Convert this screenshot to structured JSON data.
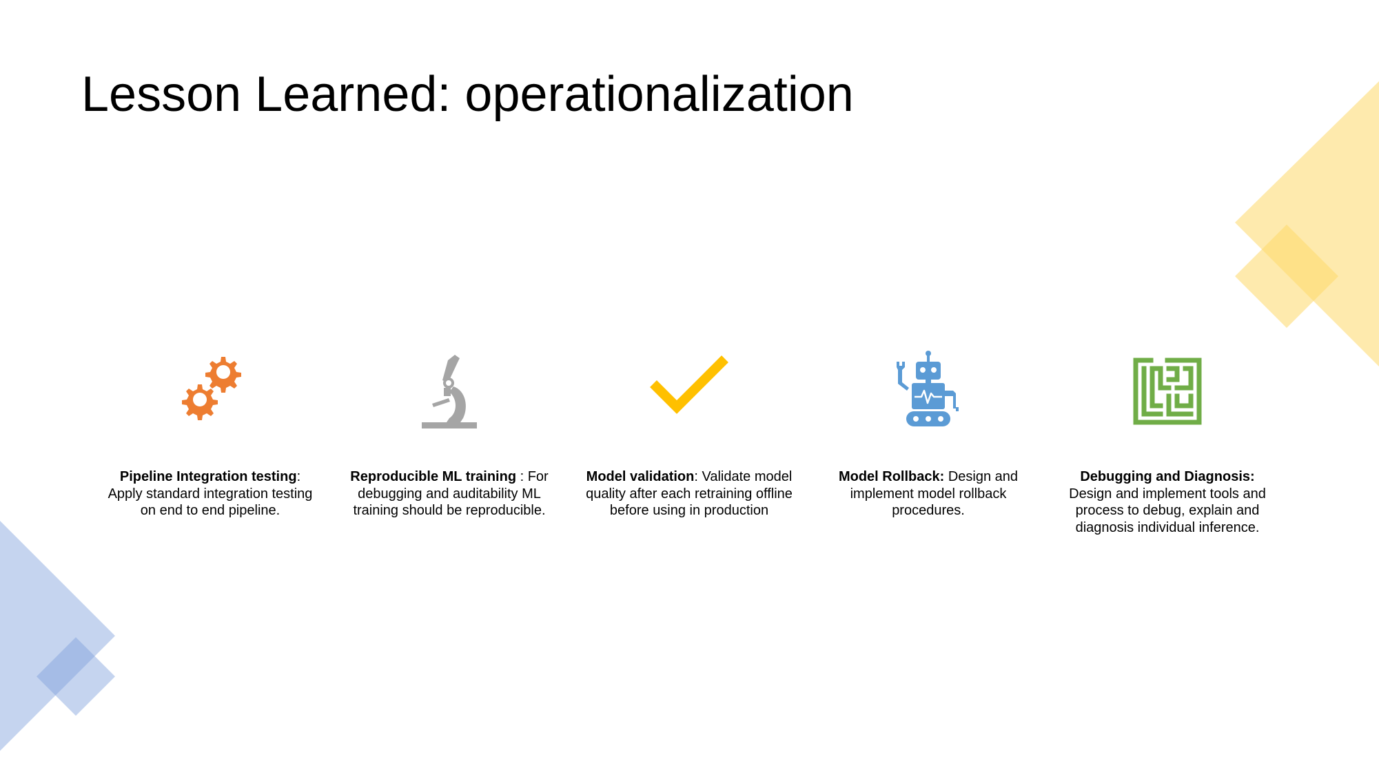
{
  "slide": {
    "title": "Lesson Learned: operationalization"
  },
  "colors": {
    "accent_yellow": "#FDD86A",
    "accent_blue": "#7F9FDB",
    "gears": "#ED7D31",
    "microscope": "#A5A5A5",
    "check": "#FFC000",
    "robot": "#5B9BD5",
    "maze": "#70AD47"
  },
  "items": [
    {
      "icon": "gears-icon",
      "title": "Pipeline Integration testing",
      "separator": ":",
      "body": "Apply standard integration testing on end to end pipeline."
    },
    {
      "icon": "microscope-icon",
      "title": "Reproducible ML training",
      "separator": " : ",
      "body": "For debugging and auditability ML training should be reproducible."
    },
    {
      "icon": "checkmark-icon",
      "title": "Model validation",
      "separator": ": ",
      "body": "Validate model quality after each retraining offline before using in production"
    },
    {
      "icon": "robot-icon",
      "title": "Model Rollback:",
      "separator": " ",
      "body": "Design and implement model rollback procedures."
    },
    {
      "icon": "maze-icon",
      "title": "Debugging and Diagnosis:",
      "separator": " ",
      "body": "Design and implement tools and process to debug, explain and diagnosis individual inference."
    }
  ]
}
